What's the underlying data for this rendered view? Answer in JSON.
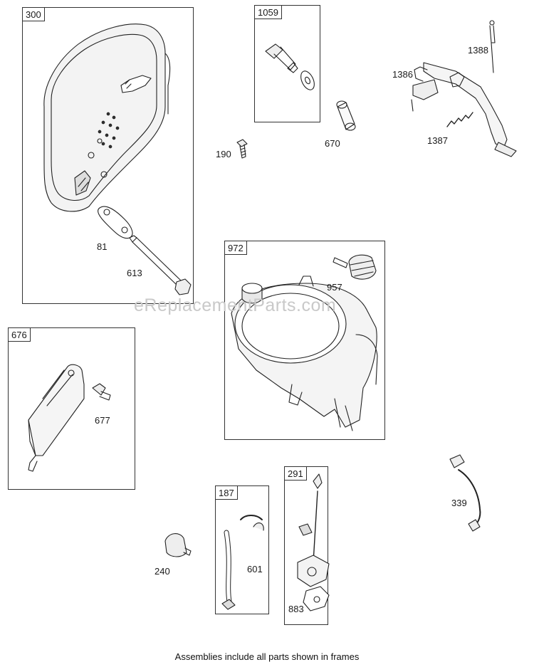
{
  "frames": {
    "f300": "300",
    "f1059": "1059",
    "f972": "972",
    "f676": "676",
    "f187": "187",
    "f291": "291"
  },
  "callouts": {
    "c81": "81",
    "c613": "613",
    "c190": "190",
    "c670": "670",
    "c1388": "1388",
    "c1386": "1386",
    "c1387": "1387",
    "c957": "957",
    "c677": "677",
    "c339": "339",
    "c240": "240",
    "c601": "601",
    "c883": "883"
  },
  "watermark": "eReplacementParts.com",
  "footer": "Assemblies include all parts shown in frames"
}
